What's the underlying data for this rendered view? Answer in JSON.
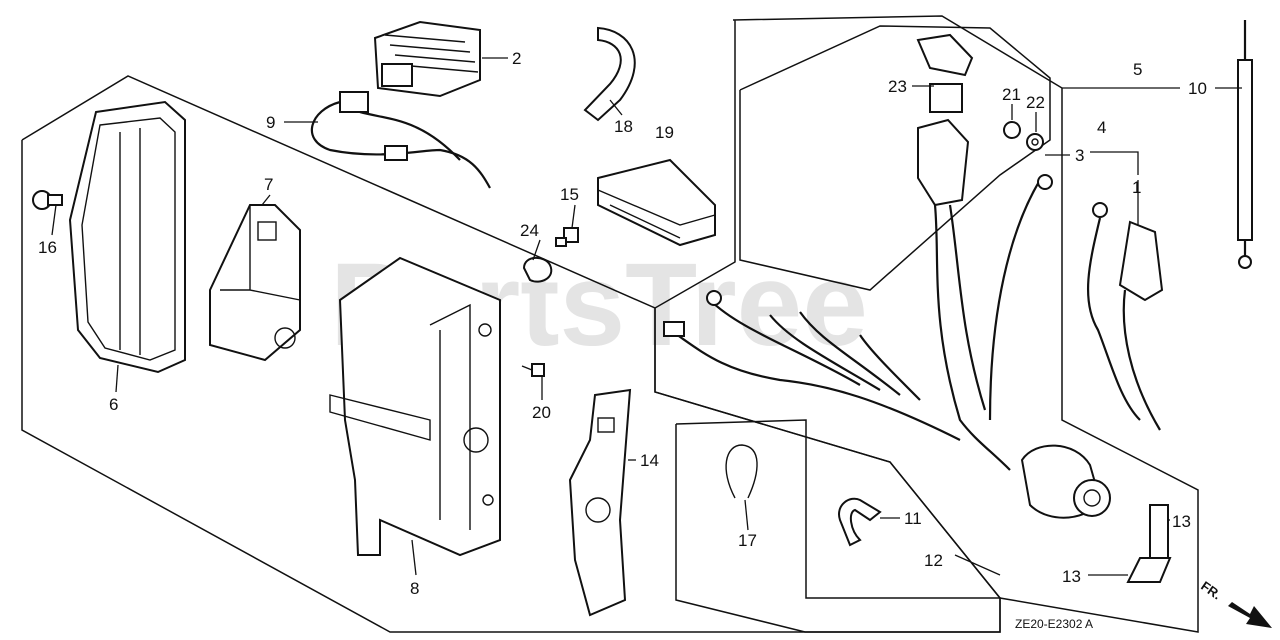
{
  "watermark": "PartsTree",
  "diagram_code": "ZE20-E2302 A",
  "direction_label": "FR.",
  "callouts": [
    {
      "id": "c1",
      "text": "1"
    },
    {
      "id": "c2",
      "text": "2"
    },
    {
      "id": "c3",
      "text": "3"
    },
    {
      "id": "c4",
      "text": "4"
    },
    {
      "id": "c5",
      "text": "5"
    },
    {
      "id": "c6",
      "text": "6"
    },
    {
      "id": "c7",
      "text": "7"
    },
    {
      "id": "c8",
      "text": "8"
    },
    {
      "id": "c9",
      "text": "9"
    },
    {
      "id": "c10",
      "text": "10"
    },
    {
      "id": "c11",
      "text": "11"
    },
    {
      "id": "c12",
      "text": "12"
    },
    {
      "id": "c13a",
      "text": "13"
    },
    {
      "id": "c13b",
      "text": "13"
    },
    {
      "id": "c14",
      "text": "14"
    },
    {
      "id": "c15",
      "text": "15"
    },
    {
      "id": "c16",
      "text": "16"
    },
    {
      "id": "c17",
      "text": "17"
    },
    {
      "id": "c18",
      "text": "18"
    },
    {
      "id": "c19",
      "text": "19"
    },
    {
      "id": "c20",
      "text": "20"
    },
    {
      "id": "c21",
      "text": "21"
    },
    {
      "id": "c22",
      "text": "22"
    },
    {
      "id": "c23",
      "text": "23"
    },
    {
      "id": "c24",
      "text": "24"
    }
  ]
}
